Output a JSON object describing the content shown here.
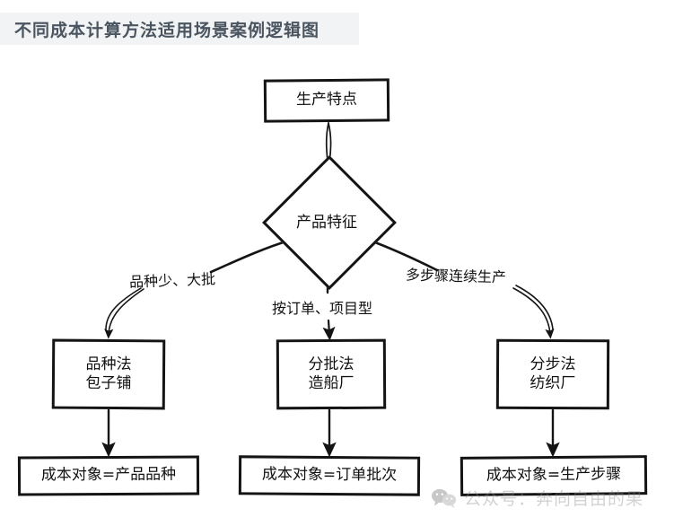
{
  "header": {
    "title": "不同成本计算方法适用场景案例逻辑图"
  },
  "diagram": {
    "type": "flowchart",
    "style": "hand-drawn",
    "nodes": {
      "start": {
        "label": "生产特点",
        "shape": "rectangle"
      },
      "decision": {
        "label": "产品特征",
        "shape": "diamond"
      },
      "method_left": {
        "line1": "品种法",
        "line2": "包子铺",
        "shape": "rectangle"
      },
      "method_mid": {
        "line1": "分批法",
        "line2": "造船厂",
        "shape": "rectangle"
      },
      "method_right": {
        "line1": "分步法",
        "line2": "纺织厂",
        "shape": "rectangle"
      },
      "result_left": {
        "label": "成本对象=产品品种",
        "shape": "rectangle"
      },
      "result_mid": {
        "label": "成本对象=订单批次",
        "shape": "rectangle"
      },
      "result_right": {
        "label": "成本对象=生产步骤",
        "shape": "rectangle"
      }
    },
    "edge_labels": {
      "left": "品种少、大批",
      "mid": "按订单、项目型",
      "right": "多步骤连续生产"
    }
  },
  "watermark": {
    "text": "公众号：奔向自由的果",
    "icon": "wechat-icon"
  },
  "colors": {
    "title_bar_bg": "#f1f3f5",
    "title_text": "#4a5560",
    "stroke": "#141414",
    "canvas_bg": "#ffffff",
    "watermark_text": "#8a8a8a"
  }
}
